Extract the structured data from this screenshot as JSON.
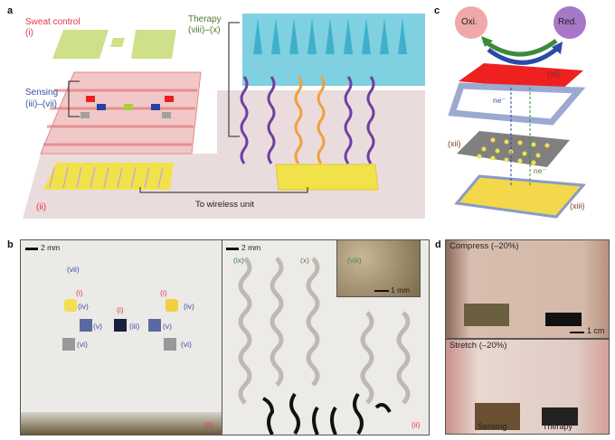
{
  "panels": {
    "a": {
      "label": "a",
      "sweat_control": "Sweat control",
      "sweat_control_num": "(i)",
      "therapy": "Therapy",
      "therapy_num": "(viii)–(x)",
      "sensing": "Sensing",
      "sensing_num": "(iii)–(vii)",
      "ii": "(ii)",
      "wireless": "To wireless unit"
    },
    "b": {
      "label": "b",
      "scale_left": "2 mm",
      "scale_right": "2 mm",
      "scale_inset": "1 mm",
      "labels": {
        "vii": "(vii)",
        "i": "(i)",
        "iv": "(iv)",
        "v": "(v)",
        "iii": "(iii)",
        "vi": "(vi)",
        "ii": "(ii)",
        "ix": "(ix)",
        "x": "(x)",
        "viii": "(viii)"
      }
    },
    "c": {
      "label": "c",
      "oxi": "Oxi.",
      "red": "Red.",
      "xi": "(xi)",
      "ne": "ne⁻",
      "xii": "(xii)",
      "xiii": "(xiii)"
    },
    "d": {
      "label": "d",
      "compress": "Compress (–20%)",
      "stretch": "Stretch (–20%)",
      "scale": "1 cm",
      "sensing": "Sensing",
      "therapy": "Therapy"
    }
  },
  "colors": {
    "sweat_red": "#e8334a",
    "sensing_blue": "#3a4fa8",
    "therapy_green": "#4f7a2f",
    "gold": "#f2e24a",
    "floor": "#eadcdc",
    "needle": "#7fd0e0"
  }
}
